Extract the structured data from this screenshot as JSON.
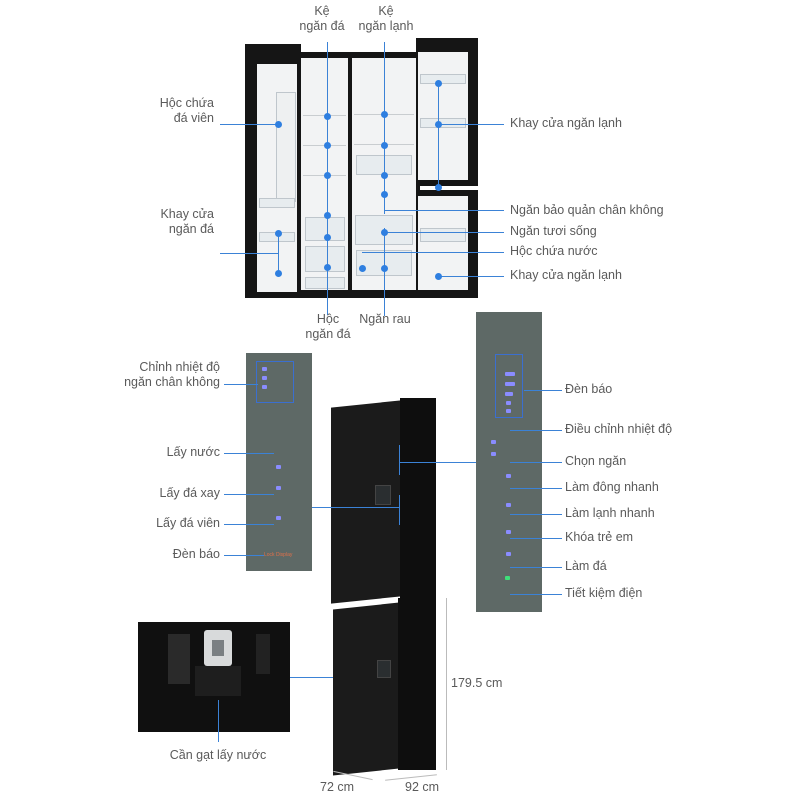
{
  "interior": {
    "top_labels": [
      "Kệ\nngăn đá",
      "Kệ\nngăn lạnh"
    ],
    "ke_ngan_da": [
      "Kệ",
      "ngăn đá"
    ],
    "ke_ngan_lanh": [
      "Kệ",
      "ngăn lạnh"
    ],
    "hoc_chua_da_vien": [
      "Hộc chứa",
      "đá viên"
    ],
    "khay_cua_ngan_da": [
      "Khay cửa",
      "ngăn đá"
    ],
    "right_labels": [
      "Khay cửa ngăn lạnh",
      "Ngăn bảo quản chân không",
      "Ngăn tươi sống",
      "Hộc chứa nước",
      "Khay cửa ngăn lạnh"
    ],
    "hoc_ngan_da": [
      "Hộc",
      "ngăn đá"
    ],
    "ngan_rau": "Ngăn rau"
  },
  "left_panel": {
    "labels": [
      "Lấy nước",
      "Lấy đá xay",
      "Lấy đá viên",
      "Đèn báo"
    ],
    "chinh_nhiet_do": [
      "Chỉnh nhiệt độ",
      "ngăn chân không"
    ],
    "display_text": "Lock Display"
  },
  "right_panel": {
    "labels": [
      "Đèn báo",
      "Điều chỉnh nhiệt độ",
      "Chọn ngăn",
      "Làm đông nhanh",
      "Làm lạnh nhanh",
      "Khóa trẻ em",
      "Làm đá",
      "Tiết kiệm điện"
    ]
  },
  "dispenser": {
    "label": "Cần gạt lấy nước"
  },
  "dimensions": {
    "height": "179.5 cm",
    "depth": "72 cm",
    "width": "92 cm"
  },
  "colors": {
    "accent": "#3b82d6",
    "panel": "#5e6966",
    "fridge": "#151515"
  }
}
